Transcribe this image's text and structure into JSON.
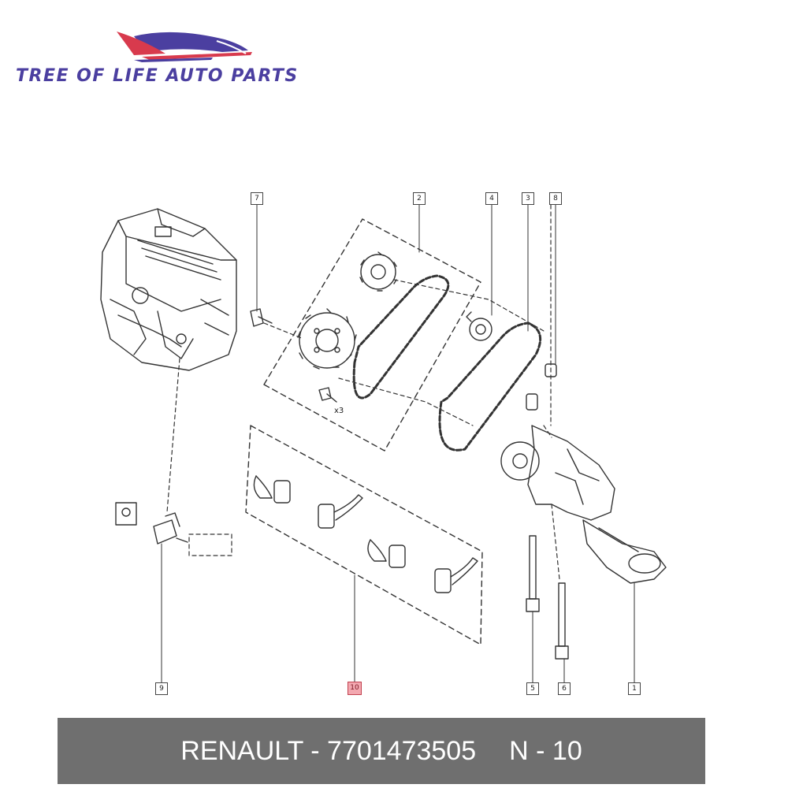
{
  "brand": {
    "name": "TREE OF LIFE AUTO PARTS",
    "colors": {
      "primary": "#4b3fa0",
      "accent": "#d83a4d"
    },
    "logo_icon": "sports-car-swoosh-icon"
  },
  "diagram": {
    "callouts": [
      {
        "id": "7",
        "label": "7"
      },
      {
        "id": "2",
        "label": "2"
      },
      {
        "id": "4",
        "label": "4"
      },
      {
        "id": "3",
        "label": "3"
      },
      {
        "id": "8",
        "label": "8"
      },
      {
        "id": "9",
        "label": "9"
      },
      {
        "id": "10",
        "label": "10",
        "highlighted": true
      },
      {
        "id": "5",
        "label": "5"
      },
      {
        "id": "6",
        "label": "6"
      },
      {
        "id": "1",
        "label": "1"
      }
    ],
    "quantity_note": "x3",
    "highlight_color": "#f3a8b0"
  },
  "footer": {
    "part_text": "RENAULT - 7701473505",
    "ref_text": "N - 10",
    "background": "#6f6f6f"
  }
}
